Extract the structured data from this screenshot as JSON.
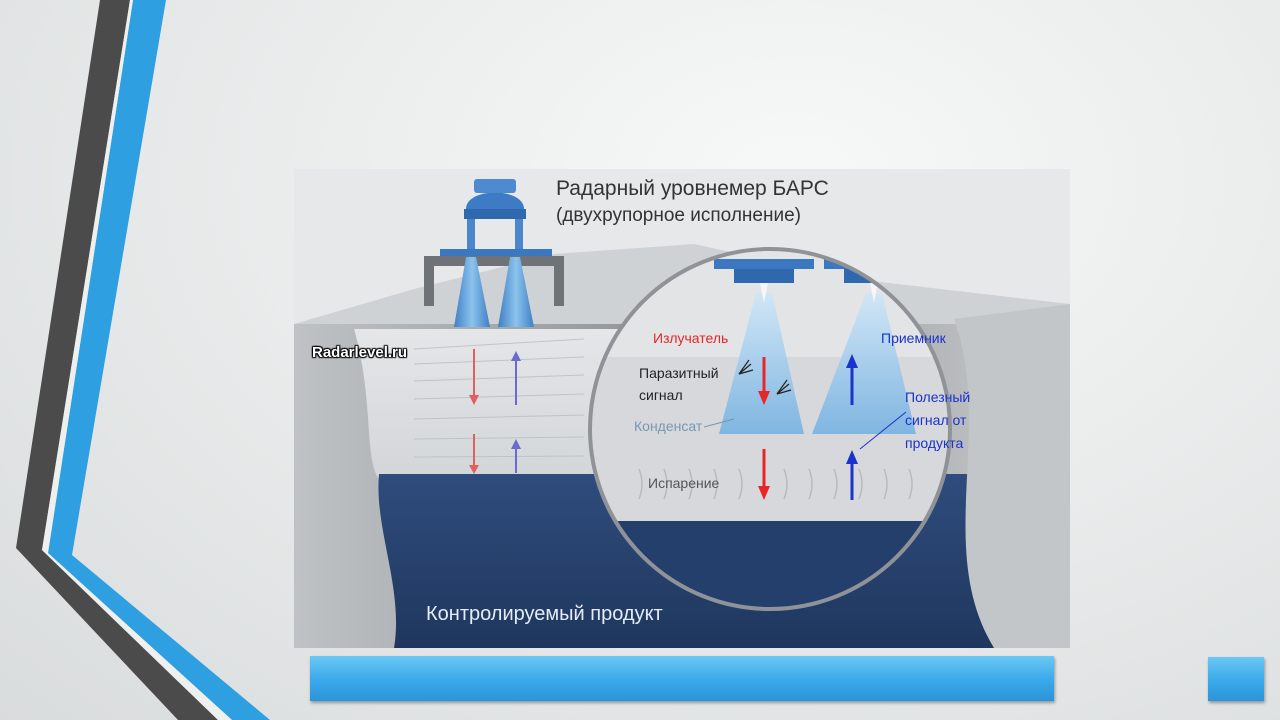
{
  "diagram": {
    "title": "Радарный уровнемер БАРС",
    "subtitle": "(двухрупорное исполнение)",
    "watermark": "Radarlevel.ru",
    "labels": {
      "emitter": "Излучатель",
      "receiver": "Приемник",
      "parasitic_signal": "Паразитный сигнал",
      "condensate": "Конденсат",
      "useful_signal": "Полезный сигнал от продукта",
      "evaporation": "Испарение",
      "product": "Контролируемый продукт"
    },
    "colors": {
      "emitter_signal": "#e8262a",
      "receiver_signal": "#1a33cc",
      "product_liquid": "#2c4673",
      "accent_bar": "#3aa8ea",
      "slide_stripe_dark": "#4a4a4a",
      "slide_stripe_blue": "#2e9fe0"
    }
  },
  "slide": {
    "footer_bar": "",
    "corner_square": ""
  }
}
